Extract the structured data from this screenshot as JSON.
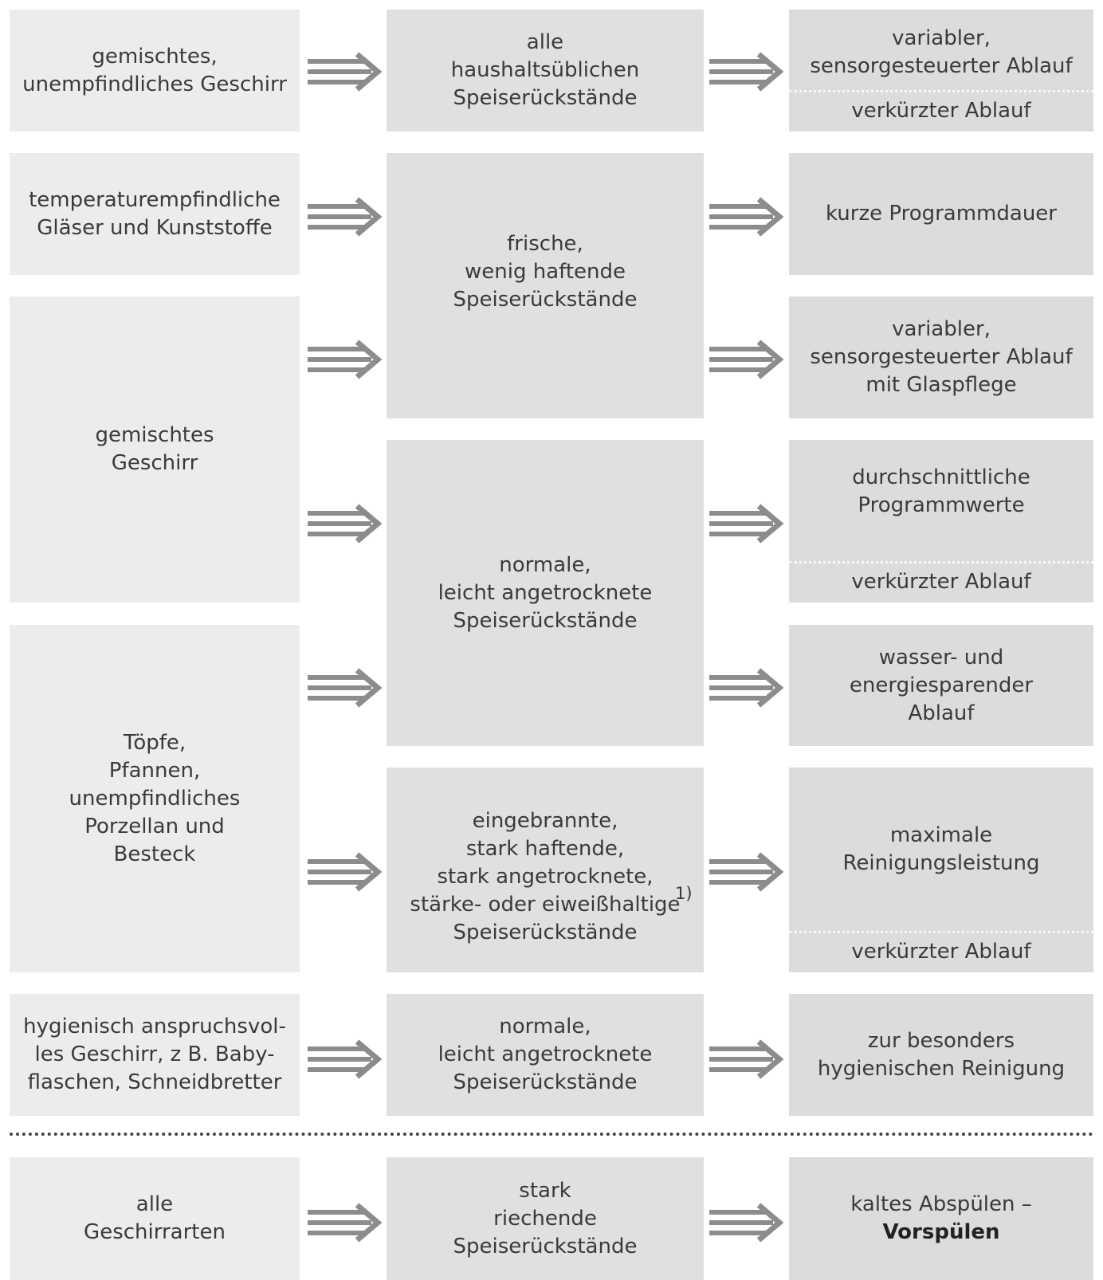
{
  "rows": [
    {
      "left": "gemischtes,\nunempfindliches Geschirr",
      "middle": "alle\nhaushaltsüblichen\nSpeiserückstände",
      "right": [
        "variabler,\nsensorgesteuerter Ablauf",
        "verkürzter Ablauf"
      ]
    },
    {
      "left": "temperaturempfindliche\nGläser und Kunststoffe",
      "right": [
        "kurze Programmdauer"
      ]
    },
    {
      "middle": "frische,\nwenig haftende\nSpeiserückstände",
      "right": [
        "variabler,\nsensorgesteuerter Ablauf\nmit Glaspflege"
      ]
    },
    {
      "left": "gemischtes\nGeschirr",
      "middle": "normale,\nleicht angetrocknete\nSpeiserückstände",
      "right": [
        "durchschnittliche\nProgrammwerte",
        "verkürzter Ablauf"
      ]
    },
    {
      "right": [
        "wasser- und\nenergiesparender\nAblauf"
      ]
    },
    {
      "left": "Töpfe,\nPfannen,\nunempfindliches\nPorzellan und\nBesteck",
      "middle": "eingebrannte,\nstark haftende,\nstark angetrocknete,\nstärke- oder eiweißhaltige\nSpeiserückstände",
      "middle_note": "1)",
      "right": [
        "maximale\nReinigungsleistung",
        "verkürzter Ablauf"
      ]
    },
    {
      "left": "hygienisch anspruchsvol-\nles Geschirr, z B. Baby-\nflaschen, Schneidbretter",
      "middle": "normale,\nleicht angetrocknete\nSpeiserückstände",
      "right": [
        "zur besonders\nhygienischen Reinigung"
      ]
    },
    {
      "left": "alle\nGeschirrarten",
      "middle": "stark\nriechende\nSpeiserückstände",
      "right_text": "kaltes Abspülen –",
      "right_bold": "Vorspülen"
    }
  ]
}
